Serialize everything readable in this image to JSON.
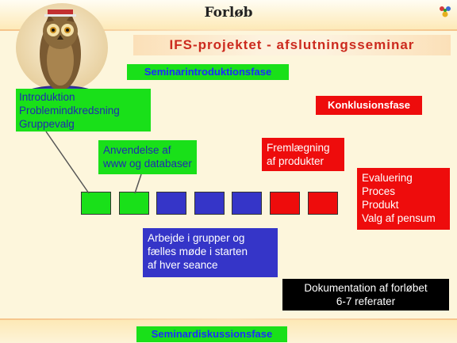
{
  "header": {
    "title": "Forløb",
    "subtitle": "IFS-projektet - afslutningsseminar"
  },
  "phases": {
    "introduction": "Seminarintroduktionsfase",
    "conclusion": "Konklusionsfase",
    "discussion": "Seminardiskussionsfase"
  },
  "boxes": {
    "intro_list": [
      "Introduktion",
      "Problemindkredsning",
      "Gruppevalg"
    ],
    "application": [
      "Anvendelse af",
      "www og databaser"
    ],
    "presentation": [
      "Fremlægning",
      "af produkter"
    ],
    "evaluation": [
      "Evaluering",
      "Proces",
      "Produkt",
      "Valg af pensum"
    ],
    "group_work": [
      "Arbejde i grupper og",
      "fælles møde i starten",
      "af hver seance"
    ],
    "documentation": [
      "Dokumentation af forløbet",
      "6-7 referater"
    ]
  },
  "steps": [
    {
      "color": "#19e019"
    },
    {
      "color": "#19e019"
    },
    {
      "color": "#3535c8"
    },
    {
      "color": "#3535c8"
    },
    {
      "color": "#3535c8"
    },
    {
      "color": "#ee0c0c"
    },
    {
      "color": "#ee0c0c"
    }
  ],
  "icons": {
    "logo": "owl-logo-icon",
    "corner": "ornament-icon"
  }
}
